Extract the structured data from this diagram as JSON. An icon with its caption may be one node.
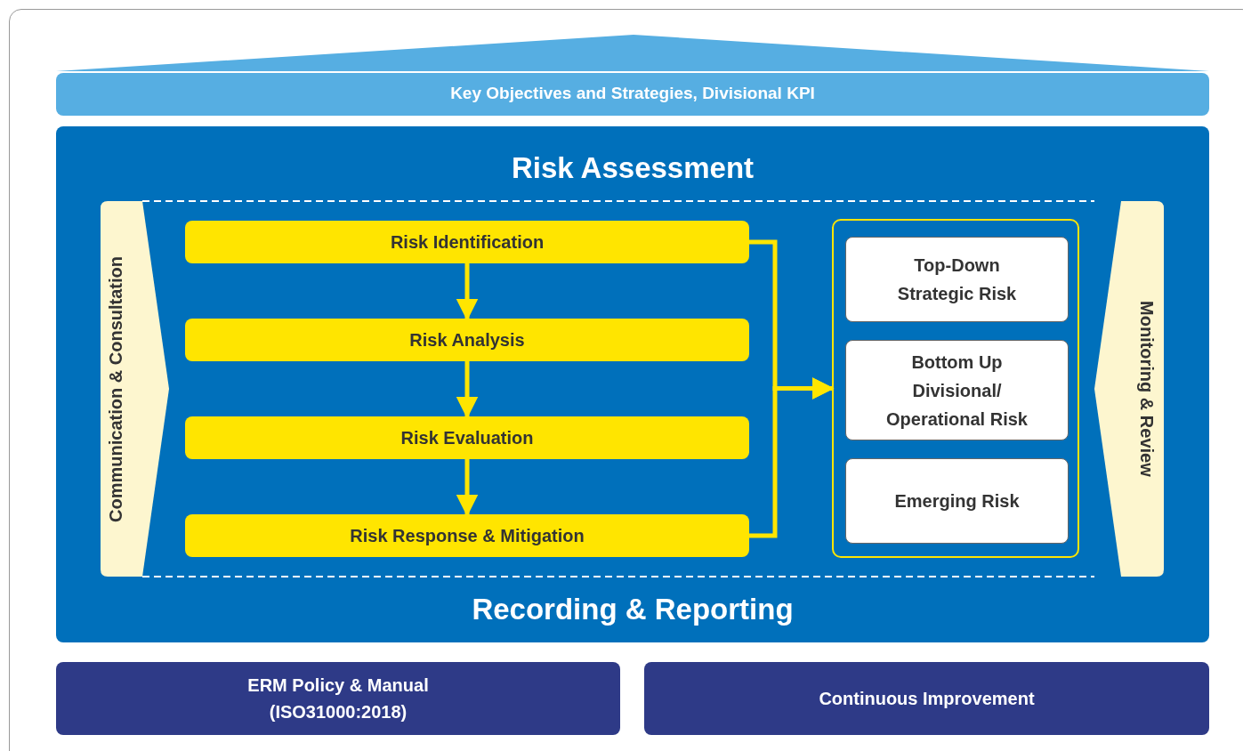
{
  "diagram": {
    "nodes": [
      {
        "text": [
          "Key Objectives and Strategies, Divisional KPI"
        ]
      },
      {
        "text": [
          "Risk Assessment",
          "Recording & Reporting"
        ]
      },
      {
        "text": [
          "Communication & Consultation"
        ],
        "in": 1
      },
      {
        "text": [
          "Monitoring & Review"
        ],
        "in": 1
      },
      {
        "text": [
          "Risk Identification"
        ],
        "in": 1
      },
      {
        "text": [
          "Risk Analysis"
        ],
        "in": 1
      },
      {
        "text": [
          "Risk Evaluation"
        ],
        "in": 1
      },
      {
        "text": [
          "Risk Response & Mitigation"
        ],
        "in": 1
      },
      {
        "text": [],
        "shape": "box",
        "in": 1
      },
      {
        "text": [
          "Top-Down Strategic Risk"
        ],
        "in": 8
      },
      {
        "text": [
          "Bottom Up Divisional/ Operational Risk"
        ],
        "in": 8
      },
      {
        "text": [
          "Emerging Risk"
        ],
        "in": 8
      },
      {
        "text": [
          "ERM Policy & Manual (ISO31000:2018)"
        ]
      },
      {
        "text": [
          "Continuous Improvement"
        ]
      }
    ],
    "edges": [
      {
        "from": 4,
        "to": 5,
        "arrow": "to"
      },
      {
        "from": 5,
        "to": 6,
        "arrow": "to"
      },
      {
        "from": 6,
        "to": 7,
        "arrow": "to"
      },
      {
        "from": 4,
        "to": 8,
        "arrow": "to"
      },
      {
        "from": 7,
        "to": 8,
        "arrow": "to"
      }
    ]
  }
}
